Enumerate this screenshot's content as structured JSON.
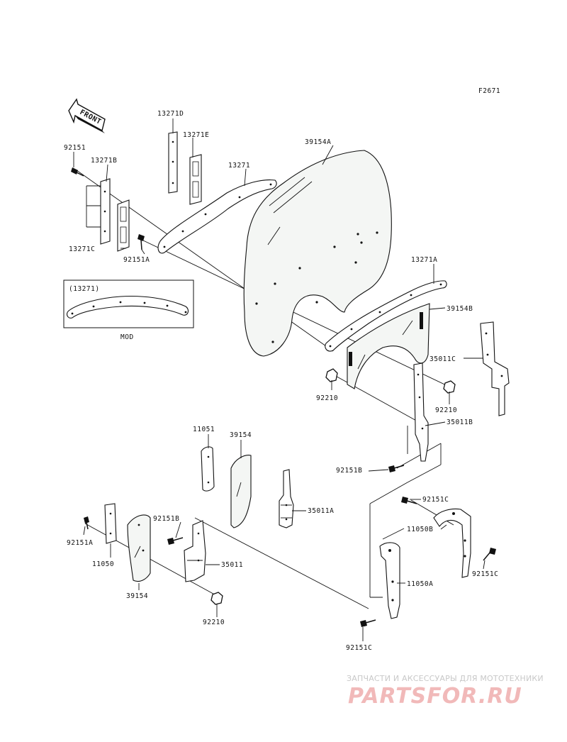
{
  "figure_code": "F2671",
  "direction_label": "FRONT",
  "inset_label": "(13271)",
  "inset_caption": "MOD",
  "callouts": {
    "c13271D": "13271D",
    "c13271E": "13271E",
    "c39154A": "39154A",
    "c92151_top": "92151",
    "c13271B": "13271B",
    "c13271": "13271",
    "c13271C": "13271C",
    "c92151A_top": "92151A",
    "c13271A": "13271A",
    "c39154B": "39154B",
    "c35011C": "35011C",
    "c92210_left": "92210",
    "c92210_right": "92210",
    "c35011B": "35011B",
    "c92151B_mid": "92151B",
    "c11051": "11051",
    "c39154_mid": "39154",
    "c35011A": "35011A",
    "c92151C_top": "92151C",
    "c92151B_low": "92151B",
    "c11050B": "11050B",
    "c92151A_low": "92151A",
    "c35011": "35011",
    "c11050": "11050",
    "c92151C_right": "92151C",
    "c39154_low": "39154",
    "c11050A": "11050A",
    "c92210_low": "92210",
    "c92151C_low": "92151C"
  },
  "watermark": {
    "tagline": "ЗАПЧАСТИ И АКСЕССУАРЫ ДЛЯ МОТОТЕХНИКИ",
    "logo": "PARTSFOR.RU"
  }
}
